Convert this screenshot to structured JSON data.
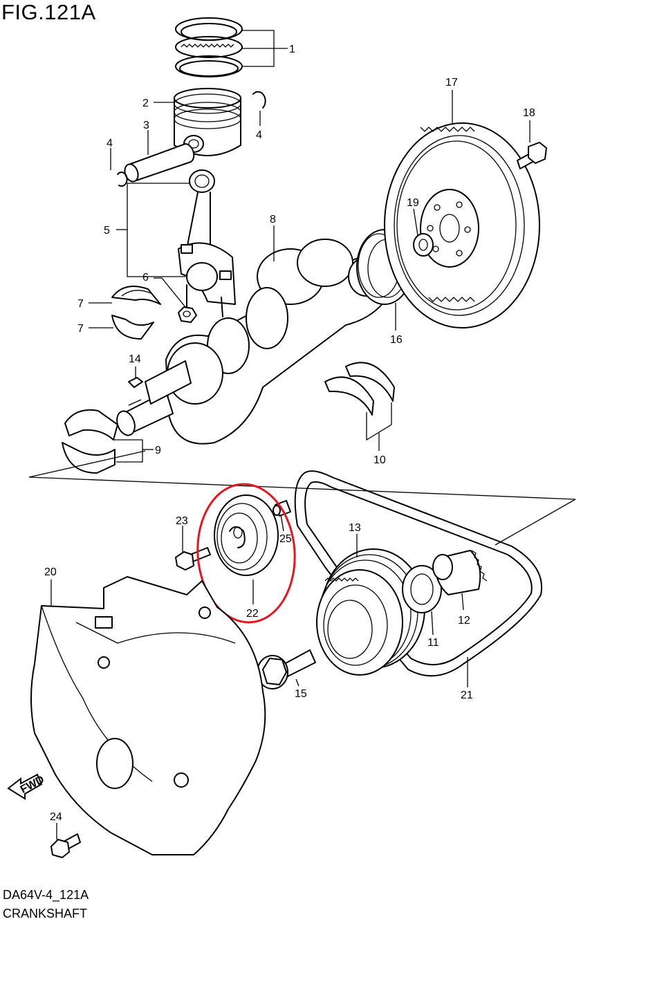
{
  "figure": {
    "title": "FIG.121A",
    "code": "DA64V-4_121A",
    "name": "CRANKSHAFT",
    "fwd_label": "FWD",
    "highlight_color": "#e8141c"
  },
  "callouts": [
    {
      "id": "1",
      "label": "1"
    },
    {
      "id": "2",
      "label": "2"
    },
    {
      "id": "3",
      "label": "3"
    },
    {
      "id": "4a",
      "label": "4"
    },
    {
      "id": "4b",
      "label": "4"
    },
    {
      "id": "5",
      "label": "5"
    },
    {
      "id": "6",
      "label": "6"
    },
    {
      "id": "7a",
      "label": "7"
    },
    {
      "id": "7b",
      "label": "7"
    },
    {
      "id": "8",
      "label": "8"
    },
    {
      "id": "9",
      "label": "9"
    },
    {
      "id": "10",
      "label": "10"
    },
    {
      "id": "11",
      "label": "11"
    },
    {
      "id": "12",
      "label": "12"
    },
    {
      "id": "13",
      "label": "13"
    },
    {
      "id": "14",
      "label": "14"
    },
    {
      "id": "15",
      "label": "15"
    },
    {
      "id": "16",
      "label": "16"
    },
    {
      "id": "17",
      "label": "17"
    },
    {
      "id": "18",
      "label": "18"
    },
    {
      "id": "19",
      "label": "19"
    },
    {
      "id": "20",
      "label": "20"
    },
    {
      "id": "21",
      "label": "21"
    },
    {
      "id": "22",
      "label": "22"
    },
    {
      "id": "23",
      "label": "23"
    },
    {
      "id": "24",
      "label": "24"
    },
    {
      "id": "25",
      "label": "25"
    }
  ]
}
